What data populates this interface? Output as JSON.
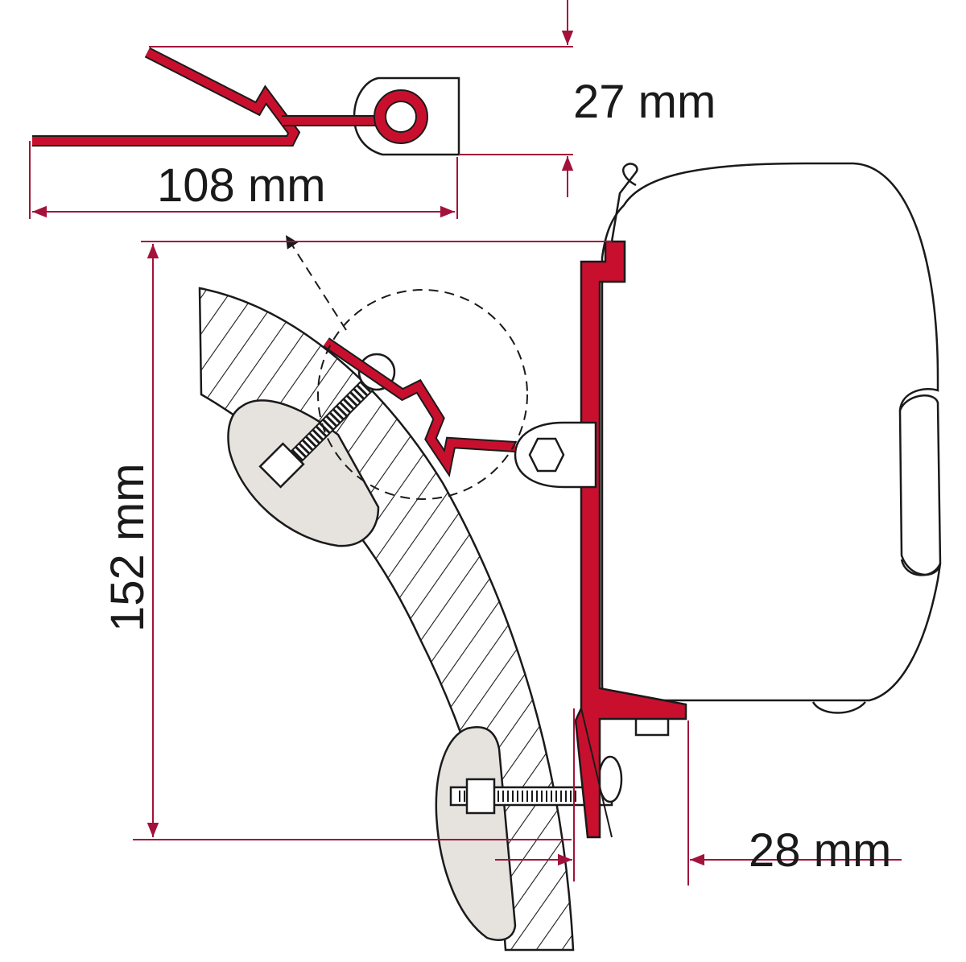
{
  "colors": {
    "bracket_red": "#c8102e",
    "dimension_red": "#a3123a",
    "housing_fill": "#ffffff",
    "pad_fill": "#e6e2de",
    "line": "#1a1a1a"
  },
  "dimensions": {
    "bracket_height": "27 mm",
    "bracket_width": "108 mm",
    "mount_height": "152 mm",
    "offset": "28 mm"
  }
}
